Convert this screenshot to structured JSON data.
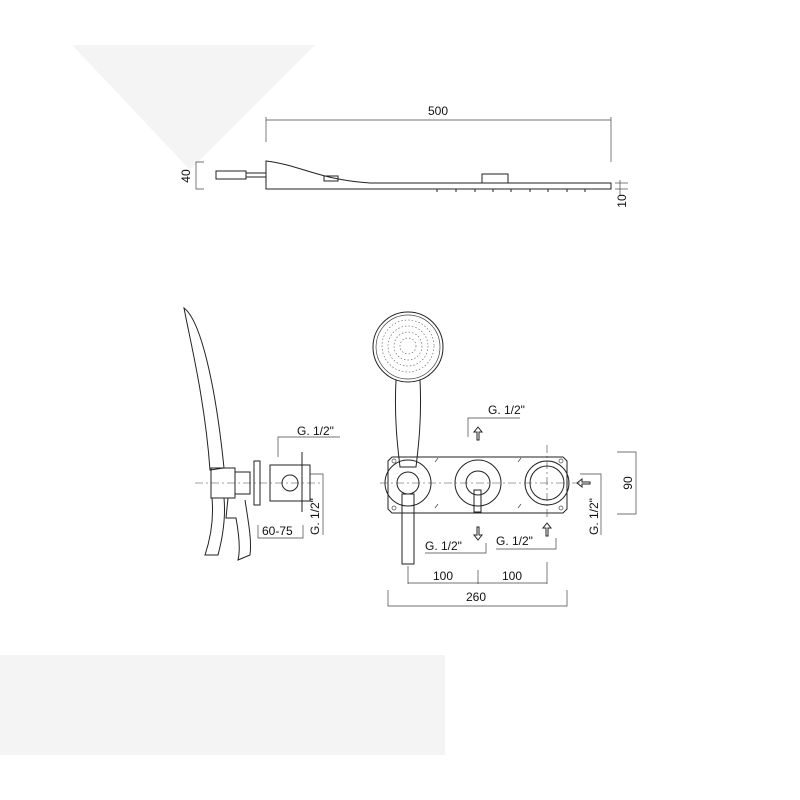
{
  "colors": {
    "background": "#ffffff",
    "panel": "#f4f4f4",
    "line": "#222222"
  },
  "top_view": {
    "length": "500",
    "height": "40",
    "plate_thickness": "10"
  },
  "side_view": {
    "connection": "G. 1/2\"",
    "outlet": "G. 1/2\"",
    "depth_range": "60-75"
  },
  "front_view": {
    "top_connection": "G. 1/2\"",
    "bottom_left_connection": "G. 1/2\"",
    "bottom_right_connection": "G. 1/2\"",
    "right_connection": "G. 1/2\"",
    "spacing_left": "100",
    "spacing_right": "100",
    "total_width": "260",
    "plate_height": "90"
  }
}
